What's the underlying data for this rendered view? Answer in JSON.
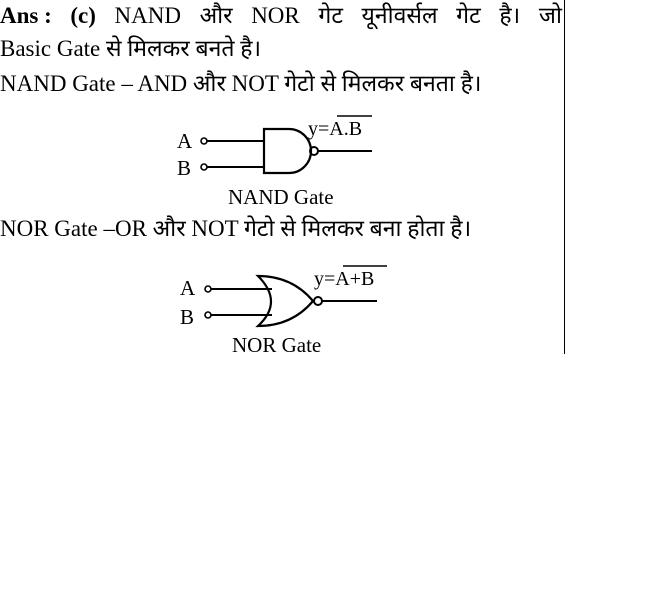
{
  "answer": {
    "prefix": "Ans :",
    "option": "(c)",
    "words": [
      "NAND",
      "और",
      "NOR",
      "गेट",
      "यूनीवर्सल",
      "गेट",
      "है।",
      "जो"
    ],
    "line2": "Basic Gate से मिलकर बनते है।"
  },
  "nand": {
    "description": "NAND Gate – AND और NOT गेटो से मिलकर बनता है।",
    "input_a": "A",
    "input_b": "B",
    "output_prefix": "y=",
    "output_expr": "A.B",
    "caption": "NAND Gate"
  },
  "nor": {
    "description": "NOR Gate –OR और NOT गेटो से मिलकर बना होता है।",
    "input_a": "A",
    "input_b": "B",
    "output_prefix": "y=",
    "output_expr": "A+B",
    "caption": "NOR Gate"
  },
  "colors": {
    "ink": "#000000",
    "background": "#ffffff"
  }
}
